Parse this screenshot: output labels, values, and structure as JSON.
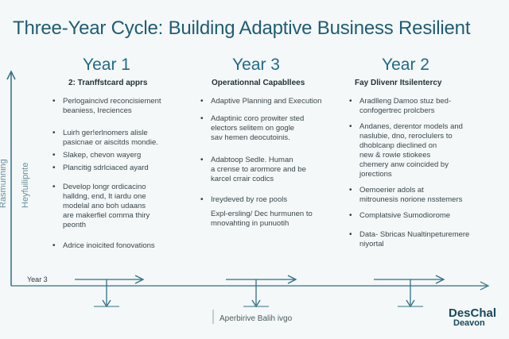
{
  "title": "Three-Year Cycle: Building Adaptive Business Resilient",
  "columns": [
    {
      "heading": "Year 1",
      "subheading": "2: Tranffstcard apprs",
      "bullets": [
        {
          "text": "Perlogaincivd reconcisiement\nbeaniess, Ireciences",
          "bullet": true
        },
        {
          "text": "Luirh ger!erlnomers alisle\npasicnae or aiscitds mondie.",
          "bullet": true
        },
        {
          "text": "Slakep, chevon wayerg",
          "bullet": true
        },
        {
          "text": "Plancitig sdrlciaced ayard",
          "bullet": true
        },
        {
          "text": "Develop longr ordicacino\nhalldng, end, It iardu one\nmodelal ano boh udaans\nare makerfiel comma thiry\npeonth",
          "bullet": true
        },
        {
          "text": "Adrice inoicited fonovations",
          "bullet": true
        }
      ]
    },
    {
      "heading": "Year 3",
      "subheading": "Operationnal Capabllees",
      "bullets": [
        {
          "text": "Adaptive Planning and Execution",
          "bullet": true
        },
        {
          "text": "Adaptinic coro prowiter sted\nelectors selitem on gogle\nsav hemen deocutoinis.",
          "bullet": true
        },
        {
          "text": "Adabtoop Sedle. Human\na crense to arormore and be\nkarcel crrair codics",
          "bullet": true
        },
        {
          "text": "Ireydeved by roe pools",
          "bullet": true
        },
        {
          "text": "Expl-ersling/ Dec hurmunen to\nmnovahting in punuotih",
          "bullet": false
        }
      ]
    },
    {
      "heading": "Year 2",
      "subheading": "Fay Dlivenr Itsilentercy",
      "bullets": [
        {
          "text": "Aradlleng Damoo stuz bed-\nconfogertrec prolcbers",
          "bullet": true
        },
        {
          "text": "Andanes, derentor models and\nnaslubie, dno, reroclulers to\ndhoblcanp dieclined on\nnew & rowie stiokees\nchemery anw coincided by\njorections",
          "bullet": true
        },
        {
          "text": "Oemoerier adols at\nmitrounesis norione nsstemers",
          "bullet": true
        },
        {
          "text": "Complatsive Sumodiorome",
          "bullet": true
        },
        {
          "text": "Data- Sbricas Nualtinpeturemere\nniyortal",
          "bullet": true
        }
      ]
    }
  ],
  "axis": {
    "y_label_outer": "Rasmunning",
    "y_label_inner": "Heyfuilipnte",
    "bottom_left_label": "Year 3",
    "bottom_label": "Aperbirive Balih ivgo"
  },
  "logo": {
    "line1": "DesChal",
    "line2": "Deavon"
  },
  "colors": {
    "title": "#1f5d73",
    "heading": "#1f6b86",
    "axis": "#2f6f86"
  }
}
